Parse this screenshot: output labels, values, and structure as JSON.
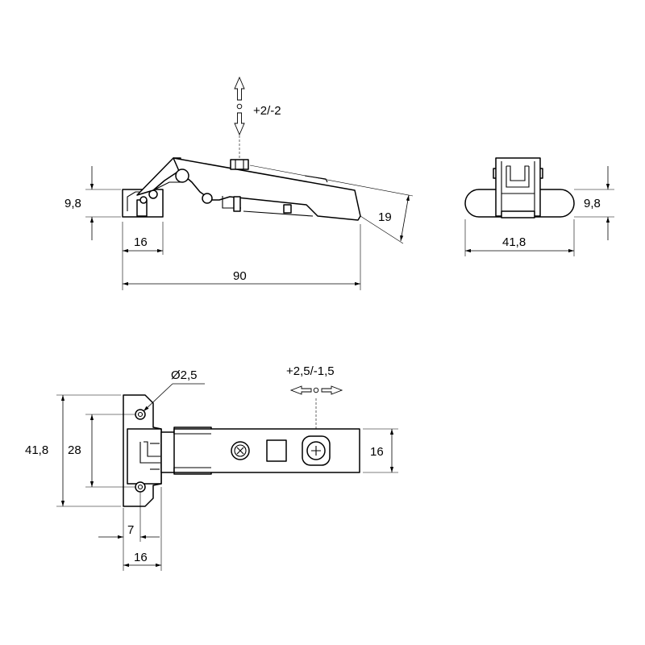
{
  "side_view": {
    "adjust_depth_label": "+2/-2",
    "cup_height_label": "9,8",
    "cup_width_label": "16",
    "overall_length_label": "90",
    "arm_height_label": "19"
  },
  "end_view": {
    "plate_width_label": "41,8",
    "plate_height_label": "9,8"
  },
  "top_view": {
    "drill_diameter_label": "Ø2,5",
    "adjust_side_label": "+2,5/-1,5",
    "flange_width_label": "41,8",
    "hole_spacing_label": "28",
    "arm_width_label": "16",
    "hole_offset_label": "7",
    "cup_width_label": "16"
  }
}
